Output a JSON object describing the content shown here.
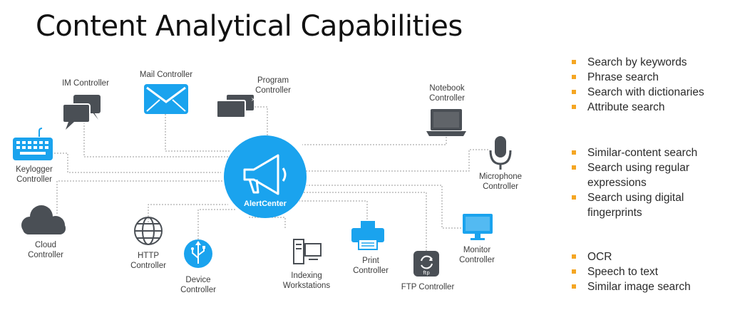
{
  "title": "Content Analytical Capabilities",
  "hub": {
    "label": "AlertCenter",
    "color": "#1aa3ee",
    "icon": "megaphone-icon"
  },
  "nodes": {
    "im": {
      "label": "IM Controller",
      "icon": "chat-bubbles-icon"
    },
    "mail": {
      "label": "Mail Controller",
      "icon": "envelope-icon"
    },
    "program": {
      "label": "Program\nController",
      "icon": "windows-icon"
    },
    "notebook": {
      "label": "Notebook\nController",
      "icon": "laptop-icon"
    },
    "keylogger": {
      "label": "Keylogger\nController",
      "icon": "keyboard-icon"
    },
    "microphone": {
      "label": "Microphone\nController",
      "icon": "microphone-icon"
    },
    "cloud": {
      "label": "Cloud\nController",
      "icon": "cloud-icon"
    },
    "http": {
      "label": "HTTP\nController",
      "icon": "globe-icon"
    },
    "device": {
      "label": "Device\nController",
      "icon": "usb-icon"
    },
    "indexing": {
      "label": "Indexing\nWorkstations",
      "icon": "workstation-icon"
    },
    "print": {
      "label": "Print\nController",
      "icon": "printer-icon"
    },
    "ftp": {
      "label": "FTP Controller",
      "icon": "ftp-icon",
      "icon_text": "ftp"
    },
    "monitor": {
      "label": "Monitor\nController",
      "icon": "monitor-icon"
    }
  },
  "colors": {
    "blue": "#1aa3ee",
    "dark": "#4a4f55",
    "bullet": "#f5a623"
  },
  "bullet_groups": [
    {
      "items": [
        "Search by keywords",
        "Phrase search",
        "Search with dictionaries",
        "Attribute search"
      ]
    },
    {
      "items": [
        "Similar-content search",
        "Search using regular expressions",
        "Search using digital fingerprints"
      ]
    },
    {
      "items": [
        "OCR",
        "Speech to text",
        "Similar image search"
      ]
    }
  ]
}
